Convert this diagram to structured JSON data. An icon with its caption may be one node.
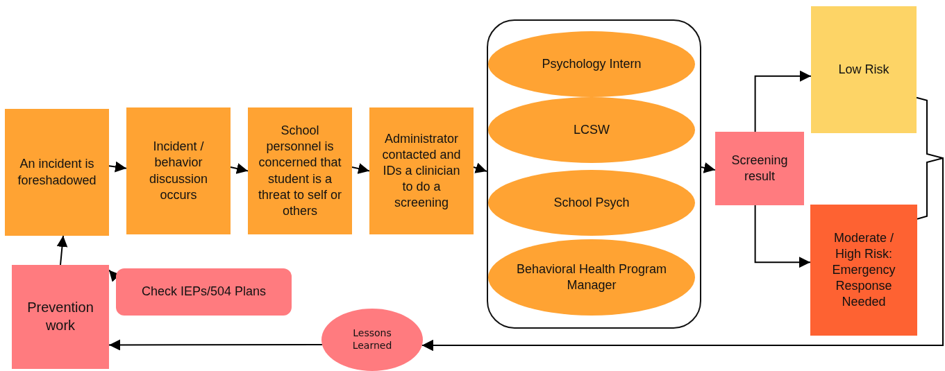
{
  "diagram": {
    "nodes": [
      {
        "text": [
          "An incident is foreshadowed"
        ]
      },
      {
        "text": [
          "Incident / behavior discussion occurs"
        ]
      },
      {
        "text": [
          "School personnel is concerned that student is a threat to self or others"
        ]
      },
      {
        "text": [
          "Administrator contacted and IDs a clinician to do a screening"
        ]
      },
      {
        "text": [],
        "shape": "box"
      },
      {
        "text": [
          "Psychology Intern"
        ],
        "in": 4
      },
      {
        "text": [
          "LCSW"
        ],
        "in": 4
      },
      {
        "text": [
          "School Psych"
        ],
        "in": 4
      },
      {
        "text": [
          "Behavioral Health Program Manager"
        ],
        "in": 4
      },
      {
        "text": [
          "Screening result"
        ]
      },
      {
        "text": [
          "Low Risk"
        ]
      },
      {
        "text": [
          "Moderate / High Risk: Emergency Response Needed"
        ]
      },
      {
        "text": [
          "Prevention work"
        ]
      },
      {
        "text": [
          "Check IEPs/504 Plans"
        ]
      },
      {
        "text": [
          "Lessons Learned"
        ]
      }
    ],
    "edges": [
      {
        "from": 0,
        "to": 1,
        "arrow": "to"
      },
      {
        "from": 1,
        "to": 2,
        "arrow": "to"
      },
      {
        "from": 2,
        "to": 3,
        "arrow": "to"
      },
      {
        "from": 3,
        "to": 4,
        "arrow": "to"
      },
      {
        "from": 4,
        "to": 9,
        "arrow": "to"
      },
      {
        "from": 9,
        "to": 10,
        "arrow": "to"
      },
      {
        "from": 9,
        "to": 11,
        "arrow": "to"
      },
      {
        "from": 10,
        "to": 14,
        "arrow": "to"
      },
      {
        "from": 11,
        "to": 14,
        "arrow": "to"
      },
      {
        "from": 14,
        "to": 12,
        "arrow": "to"
      },
      {
        "from": 12,
        "to": 0,
        "arrow": "to"
      },
      {
        "from": 13,
        "to": 12,
        "arrow": "to"
      }
    ]
  }
}
